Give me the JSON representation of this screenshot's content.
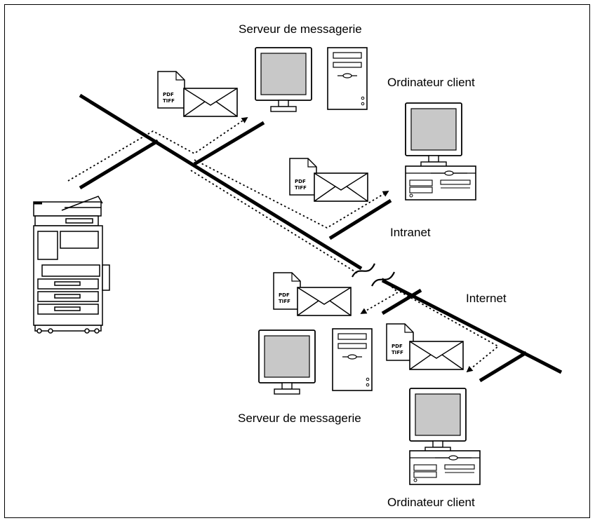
{
  "labels": {
    "mail_server_top": "Serveur de messagerie",
    "client_top": "Ordinateur client",
    "intranet": "Intranet",
    "internet": "Internet",
    "mail_server_bottom": "Serveur de messagerie",
    "client_bottom": "Ordinateur client"
  },
  "attachment": {
    "line1": "PDF",
    "line2": "TIFF"
  },
  "icons": [
    "mfp-printer-icon",
    "mail-server-icon",
    "client-computer-icon",
    "envelope-icon",
    "document-icon"
  ]
}
